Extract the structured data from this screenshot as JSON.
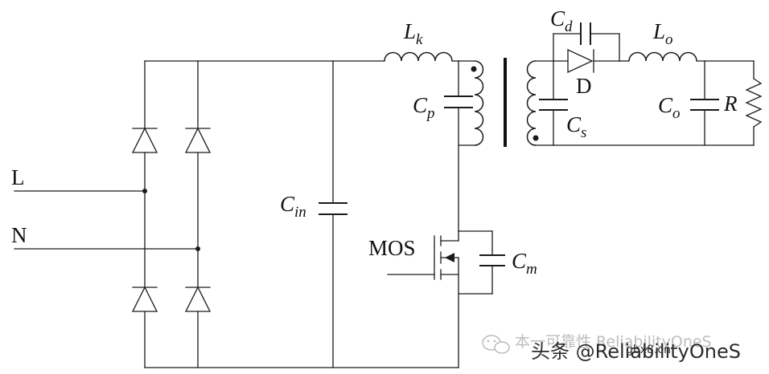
{
  "labels": {
    "L": "L",
    "N": "N",
    "Lk_main": "L",
    "Lk_sub": "k",
    "Cd_main": "C",
    "Cd_sub": "d",
    "Lo_main": "L",
    "Lo_sub": "o",
    "Cp_main": "C",
    "Cp_sub": "p",
    "D": "D",
    "Cs_main": "C",
    "Cs_sub": "s",
    "Co_main": "C",
    "Co_sub": "o",
    "R": "R",
    "Cin_main": "C",
    "Cin_sub": "in",
    "MOS": "MOS",
    "Cm_main": "C",
    "Cm_sub": "m"
  },
  "watermark": {
    "account": "本一可靠性 ReliabilityOneS",
    "site": "gbx8.cn",
    "headline": "头条 @ReliabilityOneS"
  }
}
